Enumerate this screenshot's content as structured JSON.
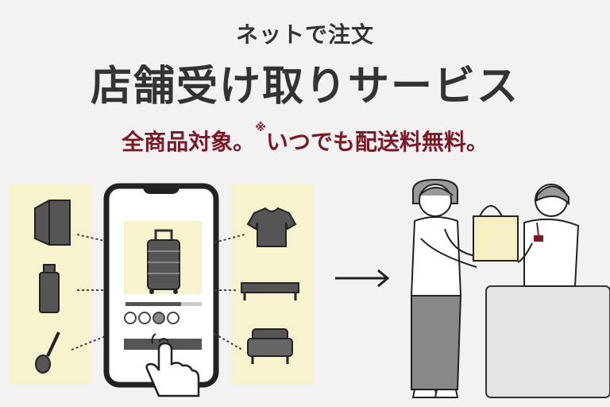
{
  "header": {
    "subtitle": "ネットで注文",
    "title": "店舗受け取りサービス",
    "tagline_part1": "全商品対象。",
    "tagline_mark": "※",
    "tagline_part2": "いつでも配送料無料。"
  },
  "colors": {
    "background": "#f2f2f2",
    "text_dark": "#333333",
    "accent": "#7a1a26",
    "panel_yellow": "#f7f3cf",
    "bag_yellow": "#f6f0c4",
    "counter_gray": "#e4e4e4"
  },
  "icons": [
    "file-box-icon",
    "bottle-icon",
    "spoon-icon",
    "suitcase-icon",
    "tshirt-icon",
    "bench-icon",
    "armchair-icon",
    "hand-icon",
    "arrow-right-icon",
    "shopping-bag-icon"
  ]
}
